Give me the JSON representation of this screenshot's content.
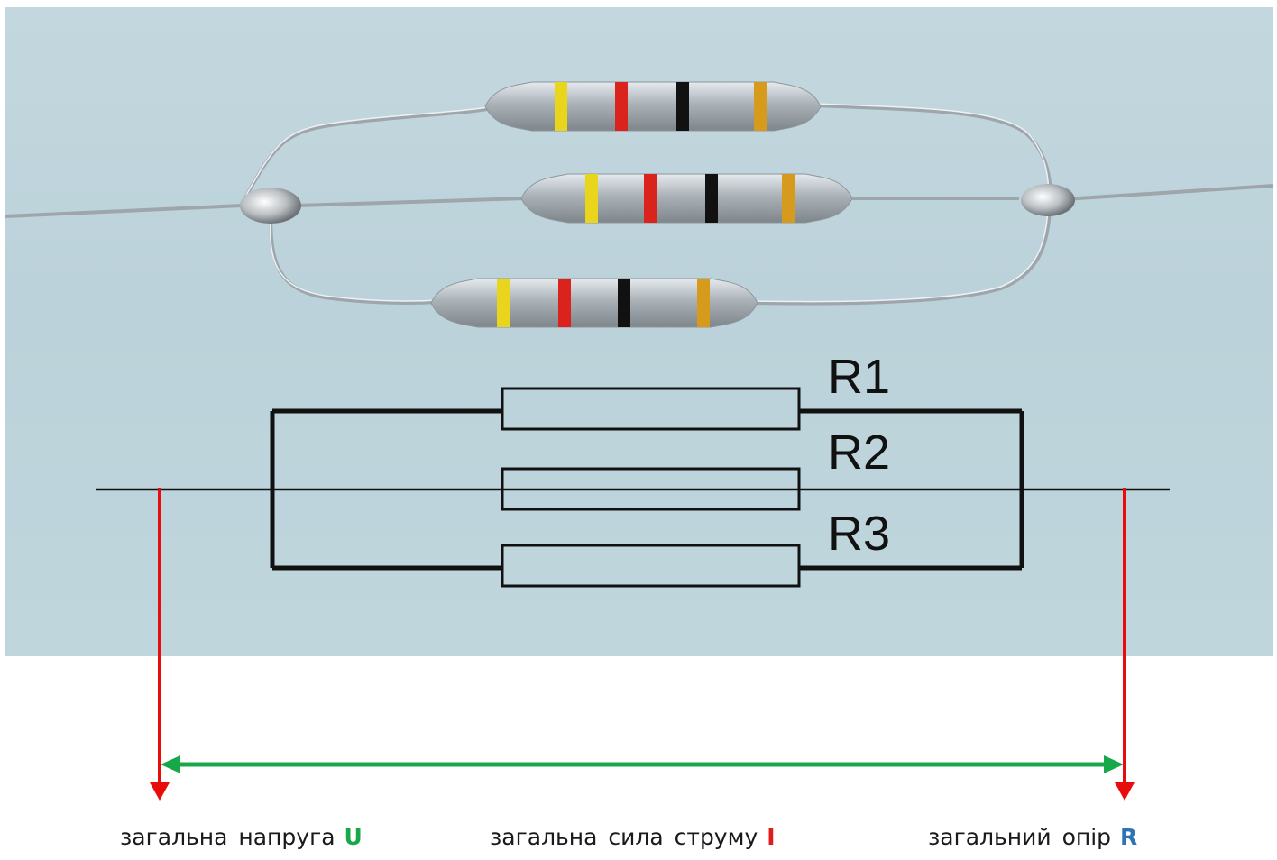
{
  "schematic": {
    "resistor_labels": [
      "R1",
      "R2",
      "R3"
    ]
  },
  "photo": {
    "band_colors": [
      "#e9d61c",
      "#d9231c",
      "#111111",
      "#d69a1c"
    ]
  },
  "labels": {
    "voltage": {
      "text": "загальна  напруга",
      "symbol": "U",
      "color": "#17a84a"
    },
    "current": {
      "text": "загальна  сила  струму",
      "symbol": "I",
      "color": "#e21b1b"
    },
    "resistance": {
      "text": "загальний  опір",
      "symbol": "R",
      "color": "#2e74b5"
    }
  },
  "colors": {
    "pointer_arrow": "#e80c0c",
    "span_arrow": "#17a84a"
  }
}
